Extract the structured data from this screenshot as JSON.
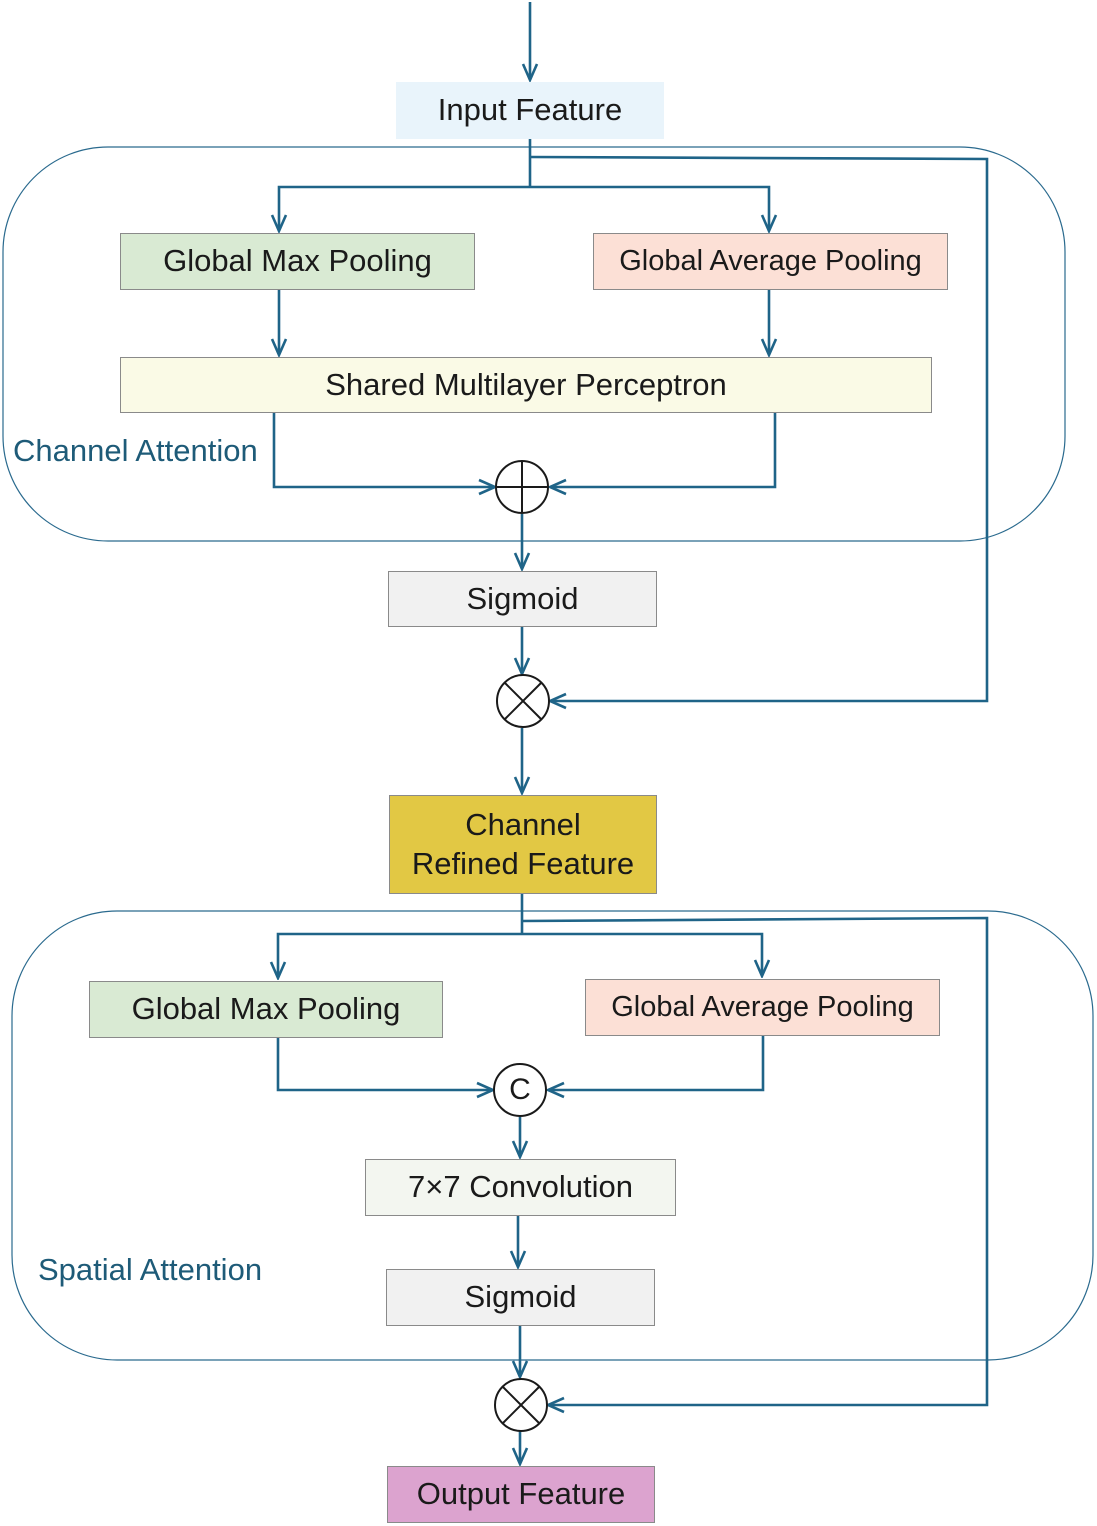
{
  "channel_attention": {
    "region_label": "Channel Attention",
    "global_max_pooling": "Global Max Pooling",
    "global_average_pooling": "Global Average Pooling",
    "shared_mlp": "Shared Multilayer Perceptron",
    "sigmoid": "Sigmoid"
  },
  "spatial_attention": {
    "region_label": "Spatial Attention",
    "global_max_pooling": "Global Max Pooling",
    "global_average_pooling": "Global Average Pooling",
    "concat_symbol": "C",
    "convolution": "7×7 Convolution",
    "sigmoid": "Sigmoid"
  },
  "input_feature": "Input Feature",
  "channel_refined_feature": "Channel\nRefined Feature",
  "output_feature": "Output Feature",
  "colors": {
    "arrow": "#1f6488",
    "region_border": "#2a6a8e",
    "input_fill": "#e9f4fb",
    "max_pool_fill": "#d9ead3",
    "avg_pool_fill": "#fce0d6",
    "mlp_fill": "#fafae6",
    "sigmoid_fill": "#f1f1f1",
    "conv_fill": "#f3f6f0",
    "refined_fill": "#e2c844",
    "output_fill": "#dca3cf"
  }
}
